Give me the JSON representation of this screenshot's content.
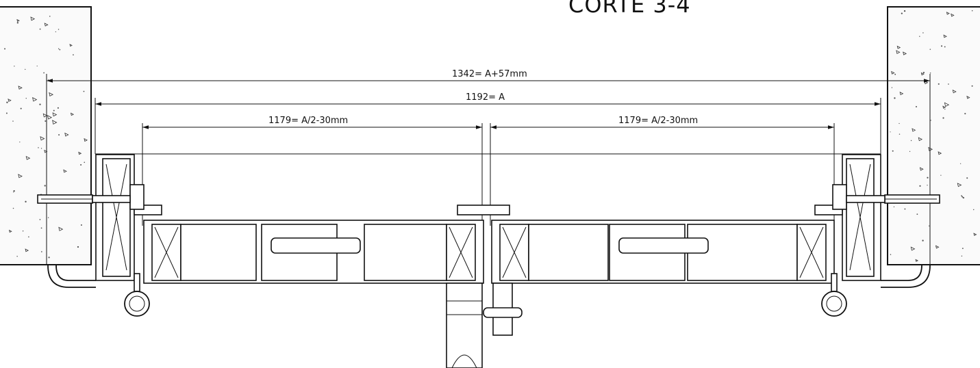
{
  "title": "CORTE 3-4",
  "dimensions": {
    "overall": "1342= A+57mm",
    "opening": "1192= A",
    "left_leaf": "1179= A/2-30mm",
    "right_leaf": "1179= A/2-30mm"
  }
}
